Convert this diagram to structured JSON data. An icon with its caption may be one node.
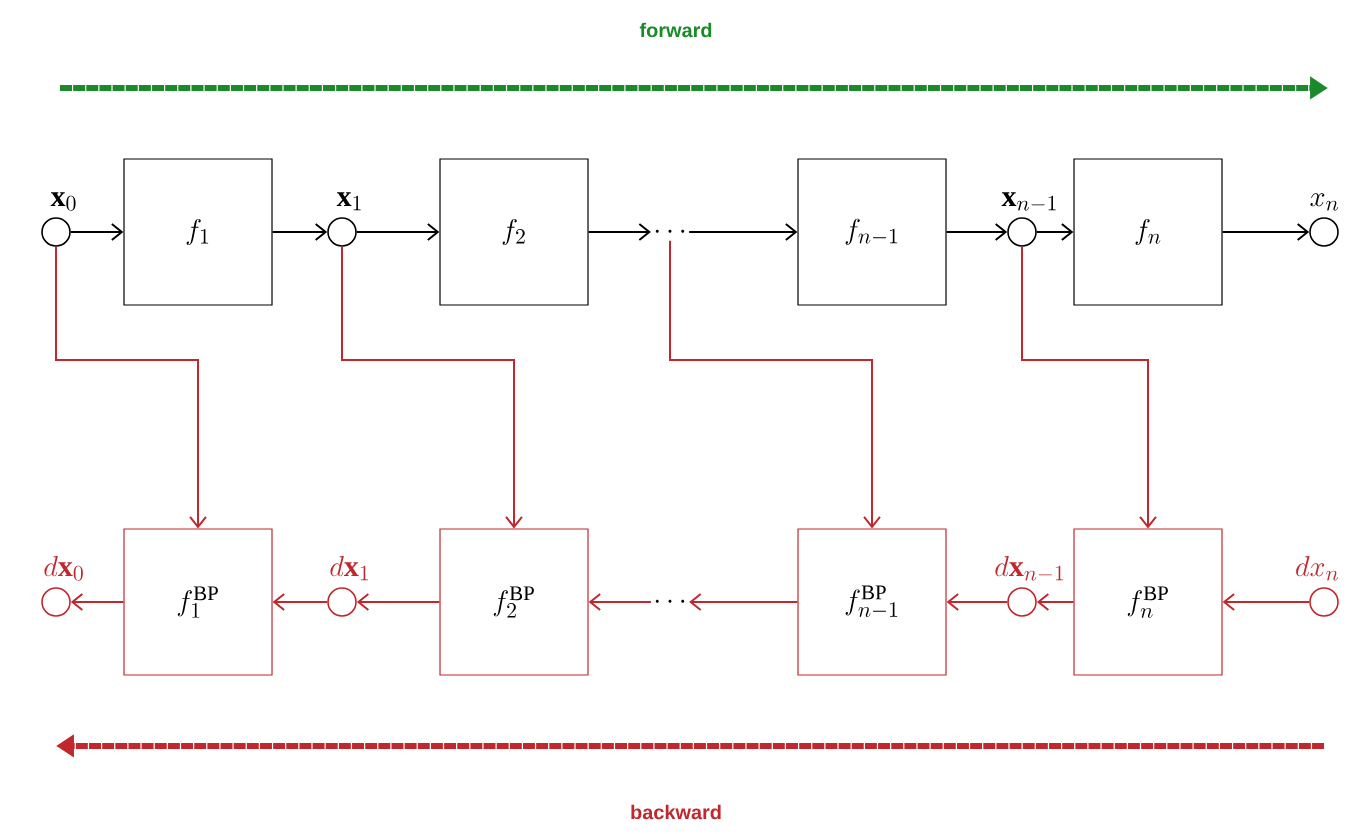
{
  "diagram": {
    "nodes": [
      {
        "text": [],
        "shape": "circle",
        "beside": [
          "\\mathbf{x}_0"
        ]
      },
      {
        "text": [
          "f_1"
        ]
      },
      {
        "text": [],
        "shape": "circle",
        "beside": [
          "\\mathbf{x}_1"
        ]
      },
      {
        "text": [
          "f_2"
        ]
      },
      {
        "text": [
          "\\cdots"
        ]
      },
      {
        "text": [
          "f_{n-1}"
        ]
      },
      {
        "text": [],
        "shape": "circle",
        "beside": [
          "\\mathbf{x}_{n-1}"
        ]
      },
      {
        "text": [
          "f_n"
        ]
      },
      {
        "text": [],
        "shape": "circle",
        "beside": [
          "x_n"
        ]
      },
      {
        "text": [],
        "shape": "circle",
        "beside": [
          "d\\mathbf{x}_0"
        ]
      },
      {
        "text": [
          "f_1^{\\mathrm{BP}}"
        ]
      },
      {
        "text": [],
        "shape": "circle",
        "beside": [
          "d\\mathbf{x}_1"
        ]
      },
      {
        "text": [
          "f_2^{\\mathrm{BP}}"
        ]
      },
      {
        "text": [
          "\\cdots"
        ]
      },
      {
        "text": [
          "f_{n-1}^{\\mathrm{BP}}"
        ]
      },
      {
        "text": [],
        "shape": "circle",
        "beside": [
          "d\\mathbf{x}_{n-1}"
        ]
      },
      {
        "text": [
          "f_n^{\\mathrm{BP}}"
        ]
      },
      {
        "text": [],
        "shape": "circle",
        "beside": [
          "dx_n"
        ]
      }
    ],
    "edges": [
      {
        "from": 0,
        "to": 1,
        "arrow": "to",
        "color": "#000000"
      },
      {
        "from": 1,
        "to": 2,
        "arrow": "to",
        "color": "#000000"
      },
      {
        "from": 2,
        "to": 3,
        "arrow": "to",
        "color": "#000000"
      },
      {
        "from": 3,
        "to": 4,
        "arrow": "to",
        "color": "#000000"
      },
      {
        "from": 4,
        "to": 5,
        "arrow": "to",
        "color": "#000000"
      },
      {
        "from": 5,
        "to": 6,
        "arrow": "to",
        "color": "#000000"
      },
      {
        "from": 6,
        "to": 7,
        "arrow": "to",
        "color": "#000000"
      },
      {
        "from": 7,
        "to": 8,
        "arrow": "to",
        "color": "#000000"
      },
      {
        "from": 0,
        "to": 10,
        "arrow": "to",
        "color": "#c0282d"
      },
      {
        "from": 2,
        "to": 12,
        "arrow": "to",
        "color": "#c0282d"
      },
      {
        "from": 4,
        "to": 14,
        "arrow": "to",
        "color": "#c0282d"
      },
      {
        "from": 6,
        "to": 16,
        "arrow": "to",
        "color": "#c0282d"
      },
      {
        "from": 17,
        "to": 16,
        "arrow": "to",
        "color": "#c0282d"
      },
      {
        "from": 16,
        "to": 15,
        "arrow": "to",
        "color": "#c0282d"
      },
      {
        "from": 15,
        "to": 14,
        "arrow": "to",
        "color": "#c0282d"
      },
      {
        "from": 14,
        "to": 13,
        "arrow": "to",
        "color": "#c0282d"
      },
      {
        "from": 13,
        "to": 12,
        "arrow": "to",
        "color": "#c0282d"
      },
      {
        "from": 12,
        "to": 11,
        "arrow": "to",
        "color": "#c0282d"
      },
      {
        "from": 11,
        "to": 10,
        "arrow": "to",
        "color": "#c0282d"
      },
      {
        "from": 10,
        "to": 9,
        "arrow": "to",
        "color": "#c0282d"
      }
    ],
    "labels": [
      "forward",
      "backward"
    ]
  }
}
